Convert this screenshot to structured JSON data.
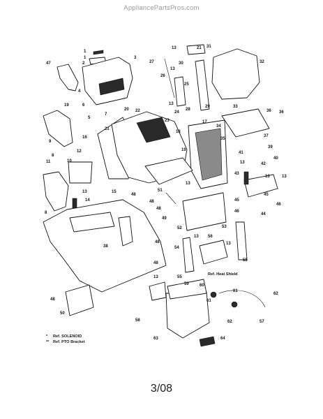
{
  "watermark": "AppliancePartsPros.com",
  "footer": "3/08",
  "legend": {
    "solenoid": "Ref. SOLENOID",
    "pto": "Ref. PTO Bracket",
    "solenoid_mark": "*",
    "pto_mark": "**"
  },
  "heat_shield": "Ref. Heat Shield",
  "callouts": [
    "1",
    "1",
    "2",
    "3",
    "4",
    "5",
    "6",
    "7",
    "8",
    "8",
    "9",
    "10",
    "11",
    "12",
    "13",
    "13",
    "13",
    "13",
    "13",
    "13",
    "13",
    "13",
    "13",
    "13",
    "13",
    "14",
    "15",
    "16",
    "17",
    "18",
    "19",
    "19",
    "20",
    "21",
    "21",
    "22",
    "23",
    "24",
    "25",
    "26",
    "27",
    "28",
    "29",
    "30",
    "31",
    "32",
    "33",
    "34",
    "35",
    "36",
    "36",
    "37",
    "38",
    "39",
    "40",
    "41",
    "42",
    "43",
    "44",
    "45",
    "45",
    "46",
    "46",
    "47",
    "48",
    "48",
    "48",
    "48",
    "48",
    "48",
    "49",
    "50",
    "51",
    "52",
    "53",
    "54",
    "55",
    "55",
    "56",
    "57",
    "58",
    "59",
    "60",
    "61",
    "61",
    "62",
    "62",
    "63",
    "64"
  ]
}
